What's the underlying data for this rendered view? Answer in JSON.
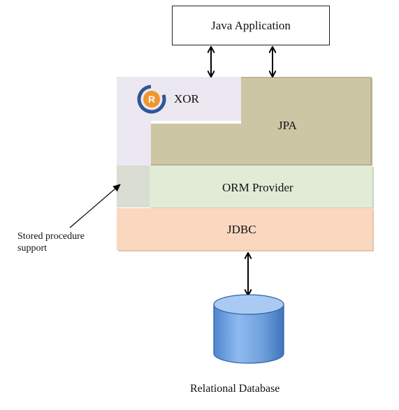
{
  "diagram": {
    "java_application": "Java Application",
    "xor_label": "XOR",
    "xor_logo_letter": "R",
    "jpa_label": "JPA",
    "orm_provider_label": "ORM Provider",
    "jdbc_label": "JDBC",
    "stored_procedure_line1": "Stored procedure",
    "stored_procedure_line2": "support",
    "database_label": "Relational Database"
  },
  "colors": {
    "xor_panel": "#ebe8f2",
    "jpa_panel": "#cdc6a4",
    "orm_panel": "#e2ebd5",
    "jdbc_panel": "#fad7bf",
    "database_fill": "#6fa0dc",
    "logo_blue": "#2f5597",
    "logo_orange": "#f0962d"
  },
  "icons": [
    "xor-logo-icon",
    "database-cylinder-icon",
    "double-arrow-icon"
  ]
}
